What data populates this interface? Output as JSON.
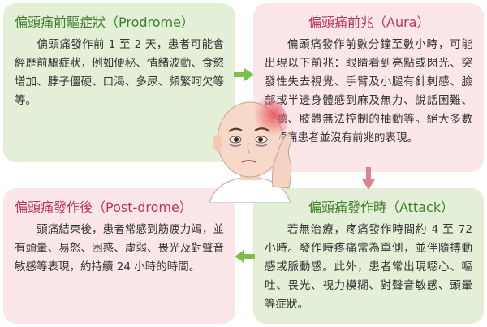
{
  "prodrome": {
    "title": "偏頭痛前驅症狀（Prodrome）",
    "text": "偏頭痛發作前 1 至 2 天，患者可能會經歷前驅症狀，例如便秘、情緒波動、食慾增加、脖子僵硬、口渴、多尿、頻繁呵欠等等。"
  },
  "aura": {
    "title": "偏頭痛前兆（Aura）",
    "text": "偏頭痛發作前數分鐘至數小時，可能出現以下前兆：眼睛看到亮點或閃光、突發性失去視覺、手臂及小腿有針刺感、臉部或半邊身體感到麻及無力、說話困難、幻聽、肢體無法控制的抽動等。絕大多數偏頭痛患者並沒有前兆的表現。"
  },
  "attack": {
    "title": "偏頭痛發作時（Attack）",
    "text": "若無治療，疼痛發作時間約 4 至 72 小時。發作時疼痛常為單側，並伴隨搏動感或脈動感。此外，患者常出現噁心、嘔吐、畏光、視力模糊、對聲音敏感、頭暈等症狀。"
  },
  "postdrome": {
    "title": "偏頭痛發作後（Post-drome）",
    "text": "頭痛結束後，患者常感到筋疲力竭，並有頭暈、易怒、困惑、虛弱、畏光及對聲音敏感等表現，約持續 24 小時的時間。"
  },
  "colors": {
    "green_bg": "#e3efd6",
    "green_title": "#3f7e2a",
    "green_arrow": "#7cc04a",
    "pink_bg": "#fbe6ea",
    "pink_title": "#c0355a",
    "pink_arrow": "#d9858f"
  }
}
